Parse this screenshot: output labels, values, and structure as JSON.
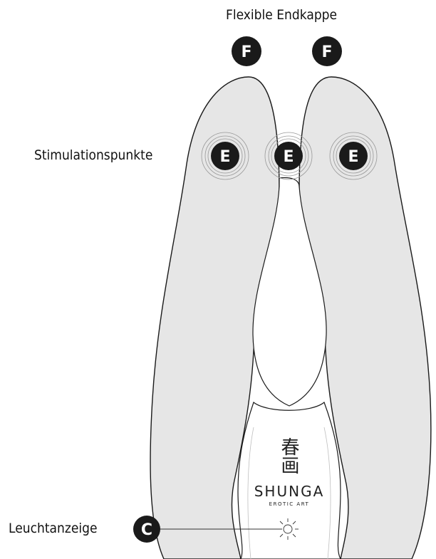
{
  "labels": {
    "end_cap": "Flexible Endkappe",
    "stimulation": "Stimulationspunkte",
    "indicator": "Leuchtanzeige"
  },
  "badges": {
    "end_cap_letter": "F",
    "stimulation_letter": "E",
    "indicator_letter": "C"
  },
  "brand": {
    "glyph": "春画",
    "name": "SHUNGA",
    "tagline": "EROTIC ART"
  },
  "colors": {
    "body_fill": "#e6e6e6",
    "outline": "#1a1a1a",
    "badge": "#1a1a1a",
    "base_fill": "#ffffff"
  }
}
